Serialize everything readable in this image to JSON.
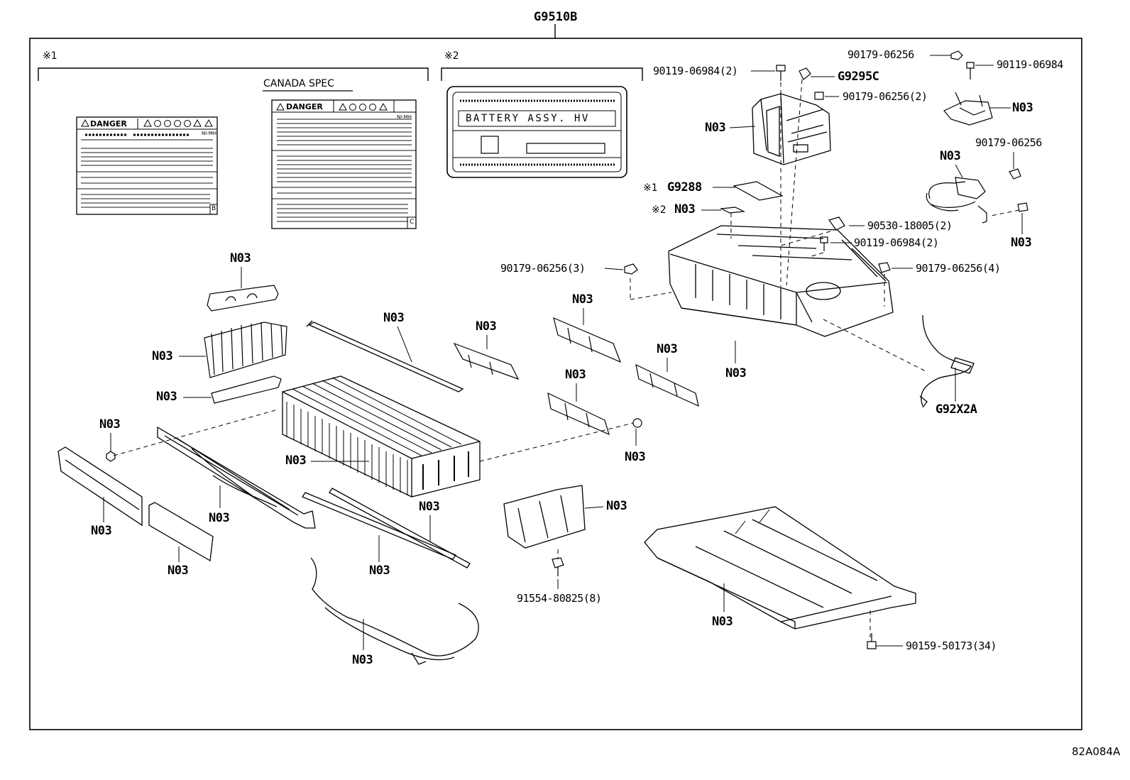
{
  "assembly_code": "G9510B",
  "diagram_id": "82A084A",
  "groups": {
    "g1_mark": "※1",
    "g2_mark": "※2",
    "canada_spec": "CANADA SPEC"
  },
  "labels": {
    "danger_word": "DANGER",
    "label_b_letter": "B",
    "label_c_letter": "C",
    "nimh": "Ni-MH",
    "battery_assy": "BATTERY ASSY. HV"
  },
  "callouts": {
    "n03": "N03",
    "g9295c": "G9295C",
    "g9288": "G9288",
    "g92x2a": "G92X2A",
    "bolt_top_a": "90119-06984(2)",
    "nut_top_b": "90179-06256",
    "bolt_top_c": "90119-06984",
    "nut_2": "90179-06256(2)",
    "nut_right": "90179-06256",
    "clip": "90530-18005(2)",
    "bolt_mid": "90119-06984(2)",
    "nut_3": "90179-06256(3)",
    "nut_4": "90179-06256(4)",
    "bolt_8": "91554-80825(8)",
    "bolt_34": "90159-50173(34)"
  }
}
